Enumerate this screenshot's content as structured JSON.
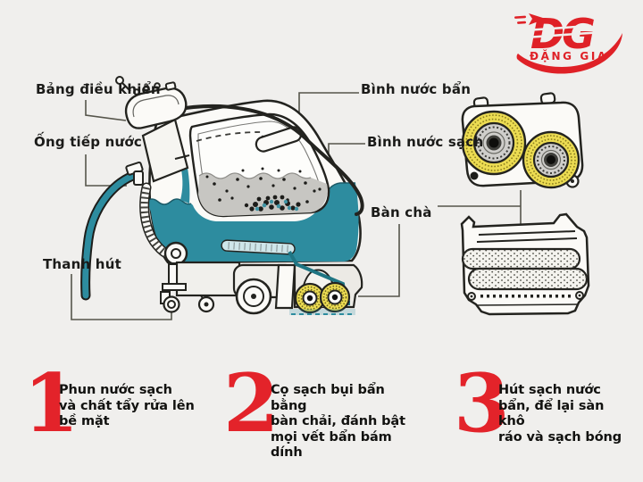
{
  "logo": {
    "initials": "DG",
    "name": "ĐẶNG GIA"
  },
  "labels": {
    "control_panel": "Bảng điều khiển",
    "water_inlet_hose": "Ống tiếp nước",
    "squeegee": "Thanh hút",
    "dirty_water_tank": "Bình nước bẩn",
    "clean_water_tank": "Bình nước sạch",
    "brush_deck": "Bàn chà"
  },
  "steps": [
    {
      "number": "1",
      "text": "Phun nước sạch\nvà chất tẩy rửa lên\nbề mặt"
    },
    {
      "number": "2",
      "text": "Cọ sạch bụi bẩn bằng\nbàn chải, đánh bật\nmọi vết bẩn bám dính"
    },
    {
      "number": "3",
      "text": "Hút sạch nước\nbẩn, để lại sàn khô\nráo và sạch bóng"
    }
  ],
  "colors": {
    "accent_red": "#df2127",
    "step_number_red": "#e3232a",
    "water_teal": "#2d8c9f",
    "brush_yellow": "#ecdc52",
    "background": "#f0efed",
    "line_dark": "#23231f"
  }
}
